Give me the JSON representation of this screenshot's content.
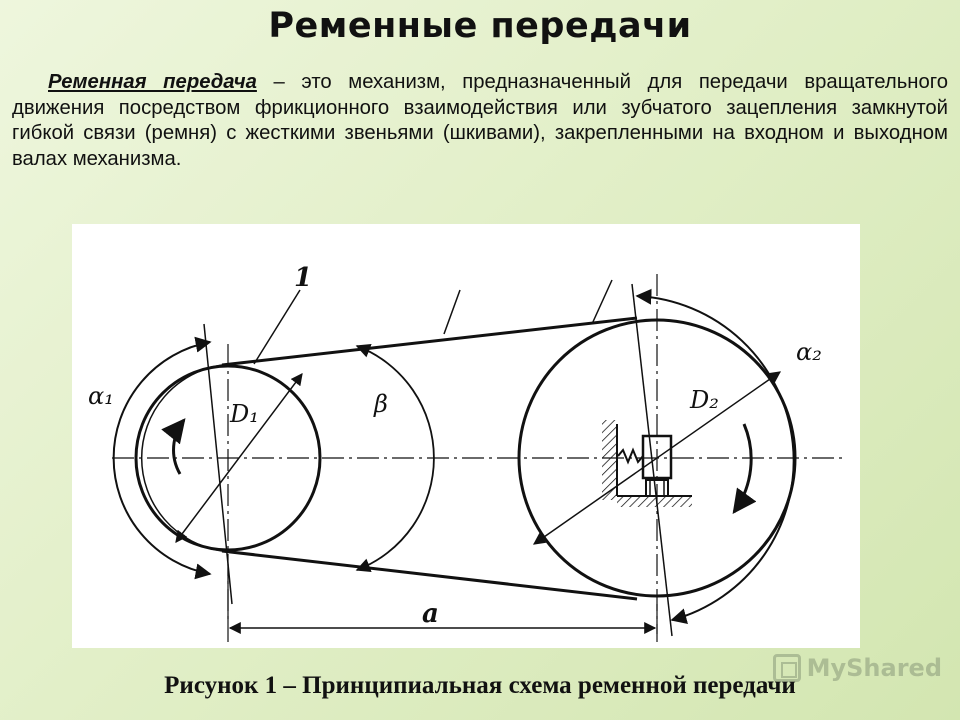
{
  "title": "Ременные передачи",
  "definition": {
    "term": "Ременная передача",
    "text": " – это механизм, предназначенный для передачи вращательного движения посредством фрикционного взаимодействия или зубчатого зацепления замкнутой гибкой связи (ремня) с жесткими звеньями (шкивами), закрепленными на входном и выходном валах механизма."
  },
  "figure": {
    "labels": {
      "belt": "1",
      "alpha1": "α₁",
      "d1": "D₁",
      "beta": "β",
      "d2": "D₂",
      "alpha2": "α₂",
      "a": "a"
    }
  },
  "caption": "Рисунок 1 – Принципиальная схема ременной передачи",
  "watermark": "MyShared"
}
